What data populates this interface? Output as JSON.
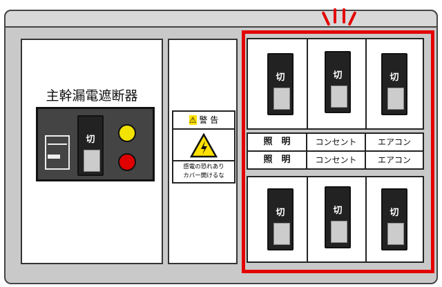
{
  "main_breaker": {
    "title": "主幹漏電遮断器",
    "switch_label": "切",
    "led_colors": [
      "#f2e200",
      "#e00000"
    ]
  },
  "warning": {
    "header": "警 告",
    "warning_icon": "warning-triangle-icon",
    "shock_icon": "electric-shock-icon",
    "text_line1": "感電の恐れあり",
    "text_line2": "カバー開けるな"
  },
  "branch_breakers": {
    "switch_label": "切",
    "top_row": [
      "切",
      "切",
      "切"
    ],
    "bottom_row": [
      "切",
      "切",
      "切"
    ]
  },
  "labels": {
    "row1": [
      "照　明",
      "コンセント",
      "エアコン"
    ],
    "row2": [
      "照　明",
      "コンセント",
      "エアコン"
    ]
  },
  "highlight_color": "#e40000"
}
